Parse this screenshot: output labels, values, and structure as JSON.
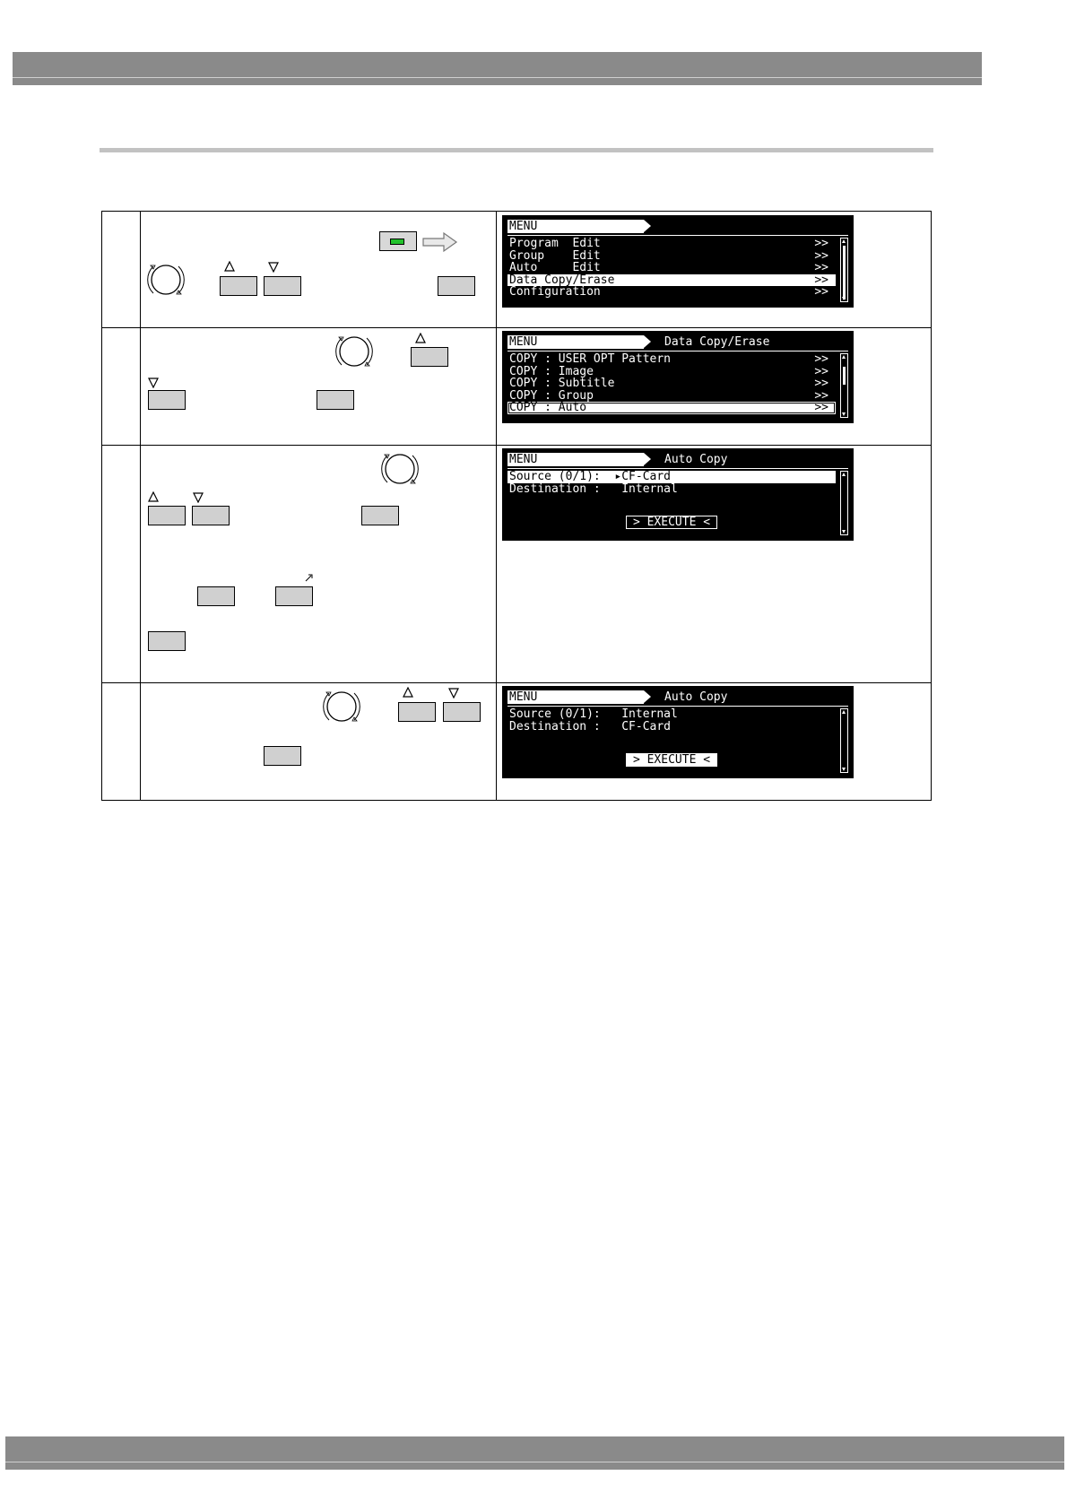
{
  "screens": [
    {
      "header_tab": "MENU",
      "header_title": "",
      "rows": [
        {
          "text": "Program  Edit",
          "arrow": ">>",
          "selected": false
        },
        {
          "text": "Group    Edit",
          "arrow": ">>",
          "selected": false
        },
        {
          "text": "Auto     Edit",
          "arrow": ">>",
          "selected": false
        },
        {
          "text": "Data Copy/Erase",
          "arrow": ">>",
          "selected": true
        },
        {
          "text": "Configuration",
          "arrow": ">>",
          "selected": false
        }
      ]
    },
    {
      "header_tab": "MENU",
      "header_title": "Data Copy/Erase",
      "rows": [
        {
          "text": "COPY : USER OPT Pattern",
          "arrow": ">>",
          "selected": false
        },
        {
          "text": "COPY : Image",
          "arrow": ">>",
          "selected": false
        },
        {
          "text": "COPY : Subtitle",
          "arrow": ">>",
          "selected": false
        },
        {
          "text": "COPY : Group",
          "arrow": ">>",
          "selected": false
        },
        {
          "text": "COPY : Auto",
          "arrow": ">>",
          "selected": true
        }
      ]
    },
    {
      "header_tab": "MENU",
      "header_title": "Auto Copy",
      "rows": [
        {
          "text": "Source (0/1):  ▸CF-Card",
          "arrow": "",
          "selected": true
        },
        {
          "text": "Destination :   Internal",
          "arrow": "",
          "selected": false
        }
      ],
      "execute": "> EXECUTE <"
    },
    {
      "header_tab": "MENU",
      "header_title": "Auto Copy",
      "rows": [
        {
          "text": "Source (0/1):   Internal",
          "arrow": "",
          "selected": false
        },
        {
          "text": "Destination :   CF-Card",
          "arrow": "",
          "selected": false
        }
      ],
      "execute": "> EXECUTE <"
    }
  ]
}
